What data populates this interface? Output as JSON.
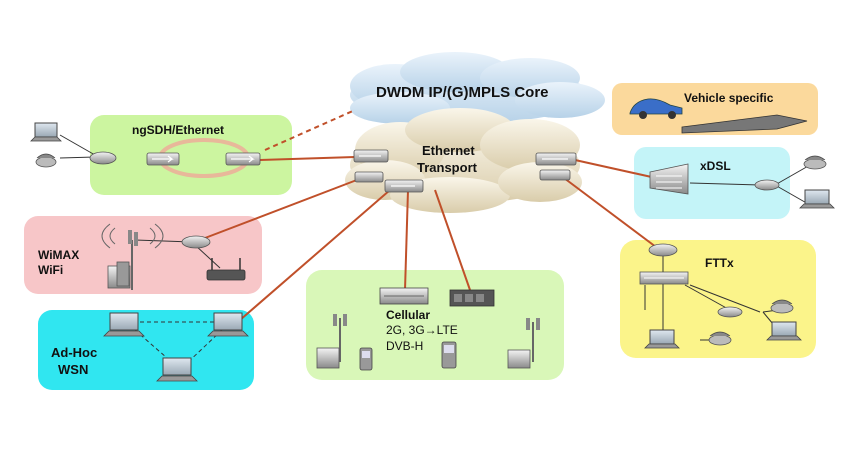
{
  "core": {
    "title": "DWDM IP/(G)MPLS Core"
  },
  "transport": {
    "line1": "Ethernet",
    "line2": "Transport"
  },
  "regions": {
    "ngsdh": {
      "label": "ngSDH/Ethernet",
      "color": "#ccf5a0"
    },
    "wimax": {
      "line1": "WiMAX",
      "line2": "WiFi",
      "color": "#f7c6c8"
    },
    "adhoc": {
      "line1": "Ad-Hoc",
      "line2": "WSN",
      "color": "#30e6f0"
    },
    "cellular": {
      "line1": "Cellular",
      "line2": "2G, 3G→LTE",
      "line3": "DVB-H",
      "color": "#d9f7b8"
    },
    "vehicle": {
      "label": "Vehicle specific",
      "color": "#fbd99c"
    },
    "xdsl": {
      "label": "xDSL",
      "color": "#c4f4f8"
    },
    "fttx": {
      "label": "FTTx",
      "color": "#fbf48a"
    }
  },
  "colors": {
    "link": "#c0502a",
    "ring": "#e8b89a",
    "cloud": "#cfe3f2",
    "transport_cloud": "#ece4cf"
  }
}
